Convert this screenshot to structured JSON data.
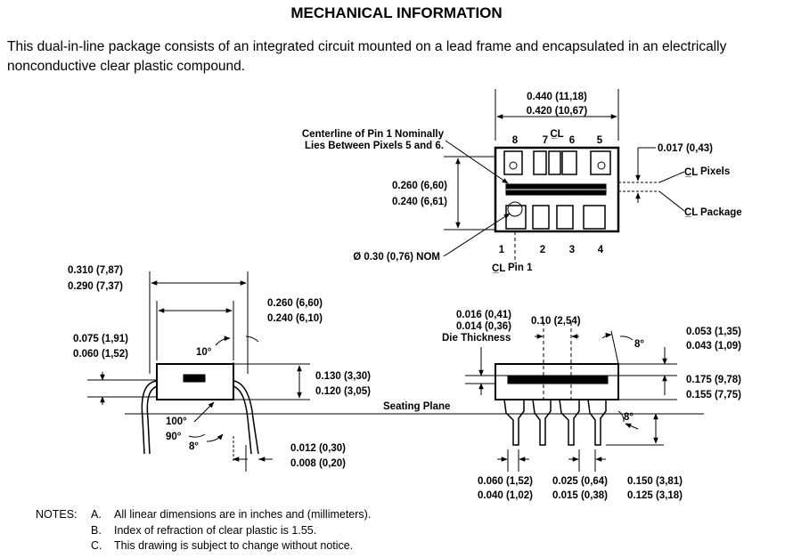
{
  "title": "MECHANICAL INFORMATION",
  "intro": "This dual-in-line package consists of an integrated circuit mounted on a lead frame and encapsulated in an electrically nonconductive clear plastic compound.",
  "top_view": {
    "width_max": "0.440 (11,18)",
    "width_min": "0.420 (10,67)",
    "pin_numbers_top": [
      "8",
      "7",
      "6",
      "5"
    ],
    "pin_numbers_bottom": [
      "1",
      "2",
      "3",
      "4"
    ],
    "centerline_note_line1": "Centerline of Pin 1 Nominally",
    "centerline_note_line2": "Lies Between Pixels 5 and 6.",
    "height_max": "0.260 (6,60)",
    "height_min": "0.240 (6,61)",
    "offset": "0.017 (0,43)",
    "pixels_label": "Pixels",
    "package_label": "Package",
    "hole_dim": "Ø 0.30 (0,76) NOM",
    "pin1_label": "Pin 1",
    "cl_symbol": "C̲L"
  },
  "end_view": {
    "row_max": "0.310 (7,87)",
    "row_min": "0.290 (7,37)",
    "body_max": "0.260 (6,60)",
    "body_min": "0.240 (6,10)",
    "standoff_max": "0.075 (1,91)",
    "standoff_min": "0.060 (1,52)",
    "angle_10": "10°",
    "thick_max": "0.130 (3,30)",
    "thick_min": "0.120 (3,05)",
    "angle_100": "100°",
    "angle_90": "90°",
    "angle_8": "8°",
    "lead_max": "0.012 (0,30)",
    "lead_min": "0.008 (0,20)"
  },
  "side_view": {
    "die_max": "0.016 (0,41)",
    "die_min": "0.014 (0,36)",
    "die_label": "Die Thickness",
    "pitch": "0.10 (2,54)",
    "angle_top": "8°",
    "lead_top_max": "0.053 (1,35)",
    "lead_top_min": "0.043 (1,09)",
    "height_max": "0.175 (9,78)",
    "height_min": "0.155 (7,75)",
    "seating_plane": "Seating Plane",
    "angle_side": "8°",
    "w1_max": "0.060 (1,52)",
    "w1_min": "0.040 (1,02)",
    "w2_max": "0.025 (0,64)",
    "w2_min": "0.015 (0,38)",
    "len_max": "0.150 (3,81)",
    "len_min": "0.125 (3,18)"
  },
  "notes": {
    "label": "NOTES:",
    "items": [
      {
        "idx": "A.",
        "text": "All linear dimensions are in inches and (millimeters)."
      },
      {
        "idx": "B.",
        "text": "Index of refraction of clear plastic is 1.55."
      },
      {
        "idx": "C.",
        "text": "This drawing is subject to change without notice."
      }
    ]
  }
}
